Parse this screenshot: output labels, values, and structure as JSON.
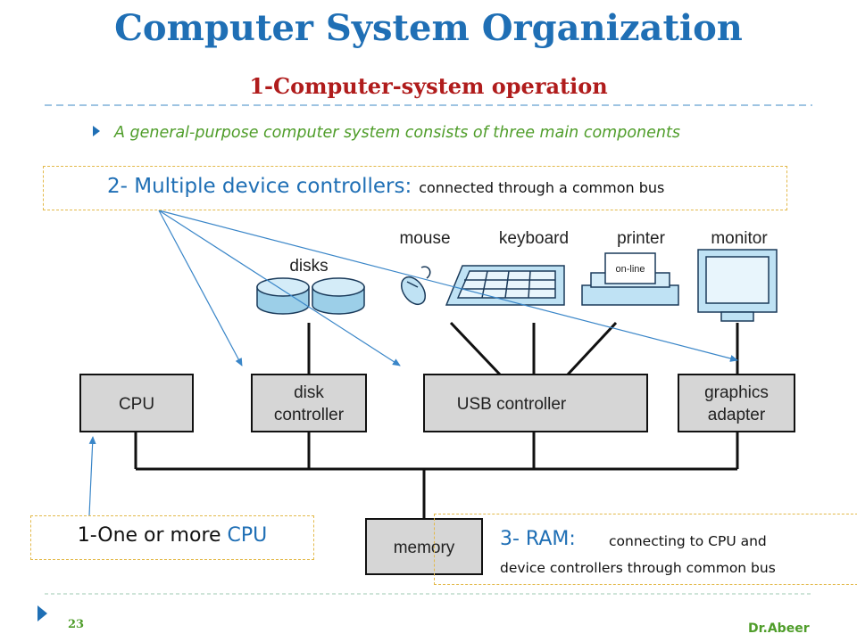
{
  "slide": {
    "title": "Computer System Organization",
    "subtitle": "1-Computer-system operation",
    "bullet": "A general-purpose computer system consists of three main components",
    "page_number": "23",
    "author": "Dr.Abeer"
  },
  "callouts": {
    "controllers": {
      "heading": "2- Multiple device controllers:",
      "detail": "connected through a common bus"
    },
    "cpu": {
      "prefix": "1-One or more ",
      "highlight": "CPU"
    },
    "ram": {
      "heading": "3- RAM:",
      "line1": "connecting to CPU and",
      "line2": "device controllers through common bus"
    }
  },
  "diagram": {
    "devices": {
      "mouse": "mouse",
      "keyboard": "keyboard",
      "printer": "printer",
      "monitor": "monitor",
      "disks": "disks",
      "printer_display": "on-line"
    },
    "components": {
      "cpu": "CPU",
      "disk_controller": [
        "disk",
        "controller"
      ],
      "usb_controller": "USB controller",
      "graphics_adapter": [
        "graphics",
        "adapter"
      ],
      "memory": "memory"
    }
  },
  "colors": {
    "title": "#1f6fb5",
    "subtitle": "#b01c1c",
    "accent_green": "#4f9d2a",
    "arrow": "#3a86c8",
    "callout_border": "#e3b94a",
    "component_fill": "#d6d6d6"
  }
}
